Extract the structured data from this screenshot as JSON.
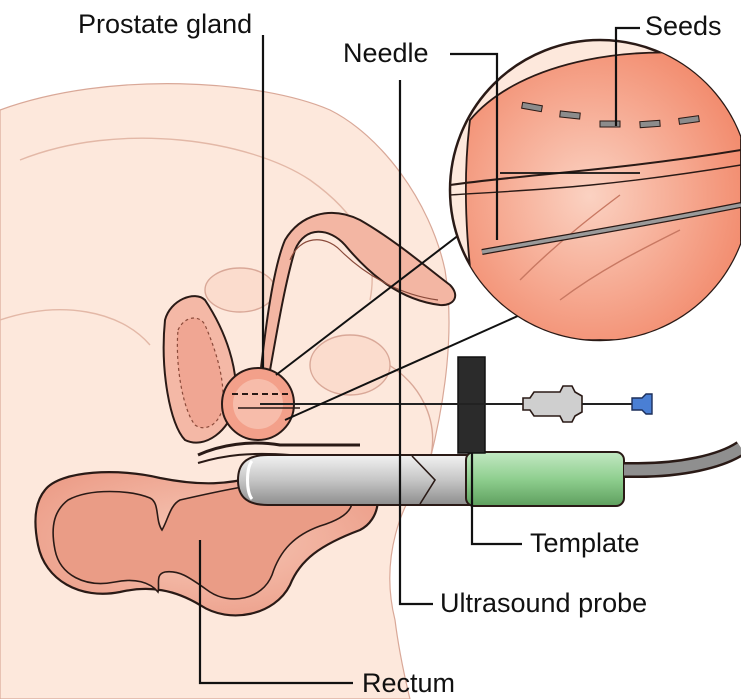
{
  "labels": {
    "prostate": "Prostate gland",
    "seeds": "Seeds",
    "needle": "Needle",
    "template": "Template",
    "ultrasound_probe": "Ultrasound probe",
    "rectum": "Rectum"
  },
  "colors": {
    "skin": "#fbe3d6",
    "skin_deep": "#f4c9b4",
    "organ": "#f0a693",
    "organ_wall": "#f7c6b6",
    "magnifier": "#f39a80",
    "probe_shaft": "#c9c9c9",
    "probe_handle": "#8fcf8f",
    "template": "#2b2b2b",
    "connector": "#4a7fd4"
  }
}
